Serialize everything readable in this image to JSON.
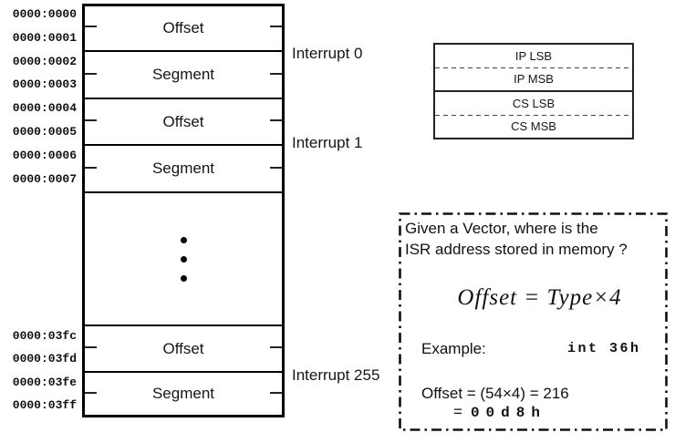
{
  "colors": {
    "ink": "#111111",
    "border": "#000000",
    "background": "#ffffff"
  },
  "memory_table": {
    "row_labels": [
      "Offset",
      "Segment",
      "Offset",
      "Segment",
      "Offset",
      "Segment"
    ],
    "addresses": [
      "0000:0000",
      "0000:0001",
      "0000:0002",
      "0000:0003",
      "0000:0004",
      "0000:0005",
      "0000:0006",
      "0000:0007",
      "0000:03fc",
      "0000:03fd",
      "0000:03fe",
      "0000:03ff"
    ]
  },
  "interrupt_labels": [
    "Interrupt 0",
    "Interrupt 1",
    "Interrupt 255"
  ],
  "register_table": {
    "rows": [
      "IP LSB",
      "IP MSB",
      "CS LSB",
      "CS MSB"
    ]
  },
  "note_box": {
    "question_line1": "Given a Vector, where is the",
    "question_line2": "ISR address stored in memory ?",
    "formula": "Offset = Type×4",
    "example_label": "Example:",
    "example_code": "int 36h",
    "calc_line1": "Offset = (54×4) = 216",
    "calc_line2_eq": "=",
    "calc_line2_value": "00d8h"
  }
}
